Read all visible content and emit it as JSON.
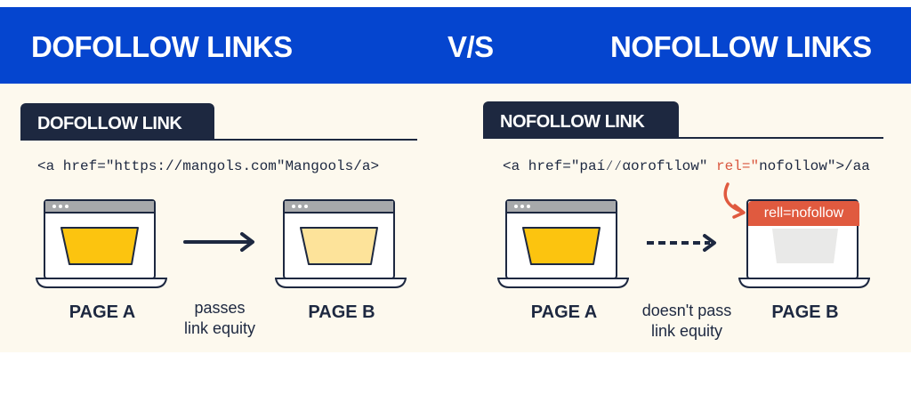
{
  "header": {
    "left_title": "DOFOLLOW  LINKS",
    "vs": "V/S",
    "right_title": "NOFOLLOW LINKS"
  },
  "dofollow": {
    "tab_label": "DOFOLLOW LINK",
    "code": "<a href=\"https://mangols.com\"Mangools/a>",
    "page_a": "PAGE A",
    "page_b": "PAGE B",
    "caption_line1": "passes",
    "caption_line2": "link equity"
  },
  "nofollow": {
    "tab_label": "NOFOLLOW LINK",
    "code_prefix": "<a href=\"paí⁄⁄αorofιlow\" ",
    "code_rel": "rel=\"",
    "code_suffix": "nofollow\">/aa",
    "badge": "rell=nofollow",
    "page_a": "PAGE A",
    "page_b": "PAGE B",
    "caption_line1": "doesn't pass",
    "caption_line2": "link equity"
  },
  "colors": {
    "banner": "#0545cf",
    "navy": "#1d2840",
    "yellow": "#fcc40f",
    "pale_yellow": "#fde39a",
    "red": "#e05a3f",
    "cream": "#fdf9ee"
  }
}
